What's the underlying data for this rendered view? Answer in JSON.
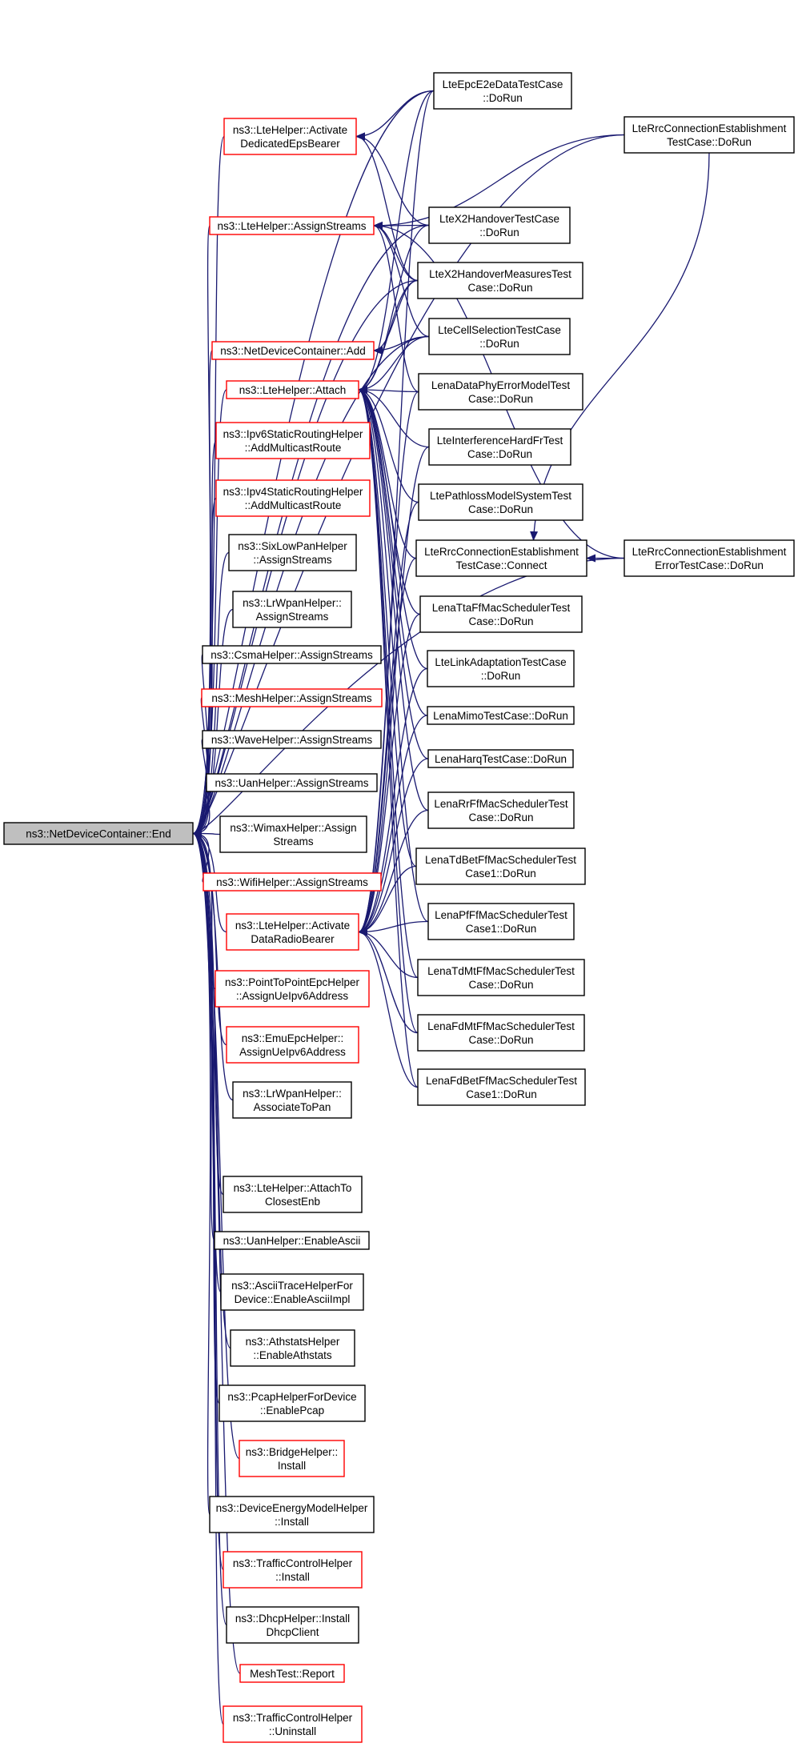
{
  "colors": {
    "edge": "#191970",
    "root_fill": "#bfbfbf",
    "border_documented": "#000000",
    "border_undocumented": "#ff0000"
  },
  "root": "ns3::NetDeviceContainer::End",
  "nodes": [
    {
      "id": "root",
      "lines": [
        "ns3::NetDeviceContainer::End"
      ],
      "border": "root"
    },
    {
      "id": "dedBearer",
      "lines": [
        "ns3::LteHelper::Activate",
        "DedicatedEpsBearer"
      ],
      "border": "red"
    },
    {
      "id": "lteAssign",
      "lines": [
        "ns3::LteHelper::AssignStreams"
      ],
      "border": "red"
    },
    {
      "id": "ndcAdd",
      "lines": [
        "ns3::NetDeviceContainer::Add"
      ],
      "border": "red"
    },
    {
      "id": "attach",
      "lines": [
        "ns3::LteHelper::Attach"
      ],
      "border": "red"
    },
    {
      "id": "ipv6Mc",
      "lines": [
        "ns3::Ipv6StaticRoutingHelper",
        "::AddMulticastRoute"
      ],
      "border": "red"
    },
    {
      "id": "ipv4Mc",
      "lines": [
        "ns3::Ipv4StaticRoutingHelper",
        "::AddMulticastRoute"
      ],
      "border": "red"
    },
    {
      "id": "sixLow",
      "lines": [
        "ns3::SixLowPanHelper",
        "::AssignStreams"
      ],
      "border": "black"
    },
    {
      "id": "lrwpanAs",
      "lines": [
        "ns3::LrWpanHelper::",
        "AssignStreams"
      ],
      "border": "black"
    },
    {
      "id": "csma",
      "lines": [
        "ns3::CsmaHelper::AssignStreams"
      ],
      "border": "black"
    },
    {
      "id": "mesh",
      "lines": [
        "ns3::MeshHelper::AssignStreams"
      ],
      "border": "red"
    },
    {
      "id": "wave",
      "lines": [
        "ns3::WaveHelper::AssignStreams"
      ],
      "border": "black"
    },
    {
      "id": "uanAs",
      "lines": [
        "ns3::UanHelper::AssignStreams"
      ],
      "border": "black"
    },
    {
      "id": "wimax",
      "lines": [
        "ns3::WimaxHelper::Assign",
        "Streams"
      ],
      "border": "black"
    },
    {
      "id": "wifi",
      "lines": [
        "ns3::WifiHelper::AssignStreams"
      ],
      "border": "red"
    },
    {
      "id": "dataBearer",
      "lines": [
        "ns3::LteHelper::Activate",
        "DataRadioBearer"
      ],
      "border": "red"
    },
    {
      "id": "p2pEpc",
      "lines": [
        "ns3::PointToPointEpcHelper",
        "::AssignUeIpv6Address"
      ],
      "border": "red"
    },
    {
      "id": "emuEpc",
      "lines": [
        "ns3::EmuEpcHelper::",
        "AssignUeIpv6Address"
      ],
      "border": "red"
    },
    {
      "id": "assocPan",
      "lines": [
        "ns3::LrWpanHelper::",
        "AssociateToPan"
      ],
      "border": "black"
    },
    {
      "id": "attachClosest",
      "lines": [
        "ns3::LteHelper::AttachTo",
        "ClosestEnb"
      ],
      "border": "black"
    },
    {
      "id": "uanAscii",
      "lines": [
        "ns3::UanHelper::EnableAscii"
      ],
      "border": "black"
    },
    {
      "id": "asciiTrace",
      "lines": [
        "ns3::AsciiTraceHelperFor",
        "Device::EnableAsciiImpl"
      ],
      "border": "black"
    },
    {
      "id": "athstats",
      "lines": [
        "ns3::AthstatsHelper",
        "::EnableAthstats"
      ],
      "border": "black"
    },
    {
      "id": "pcap",
      "lines": [
        "ns3::PcapHelperForDevice",
        "::EnablePcap"
      ],
      "border": "black"
    },
    {
      "id": "bridge",
      "lines": [
        "ns3::BridgeHelper::",
        "Install"
      ],
      "border": "red"
    },
    {
      "id": "energy",
      "lines": [
        "ns3::DeviceEnergyModelHelper",
        "::Install"
      ],
      "border": "black"
    },
    {
      "id": "tcInstall",
      "lines": [
        "ns3::TrafficControlHelper",
        "::Install"
      ],
      "border": "red"
    },
    {
      "id": "dhcp",
      "lines": [
        "ns3::DhcpHelper::Install",
        "DhcpClient"
      ],
      "border": "black"
    },
    {
      "id": "meshReport",
      "lines": [
        "MeshTest::Report"
      ],
      "border": "red"
    },
    {
      "id": "tcUninstall",
      "lines": [
        "ns3::TrafficControlHelper",
        "::Uninstall"
      ],
      "border": "red"
    },
    {
      "id": "epcE2e",
      "lines": [
        "LteEpcE2eDataTestCase",
        "::DoRun"
      ],
      "border": "black"
    },
    {
      "id": "x2Ho",
      "lines": [
        "LteX2HandoverTestCase",
        "::DoRun"
      ],
      "border": "black"
    },
    {
      "id": "x2HoMeas",
      "lines": [
        "LteX2HandoverMeasuresTest",
        "Case::DoRun"
      ],
      "border": "black"
    },
    {
      "id": "cellSel",
      "lines": [
        "LteCellSelectionTestCase",
        "::DoRun"
      ],
      "border": "black"
    },
    {
      "id": "dataPhyErr",
      "lines": [
        "LenaDataPhyErrorModelTest",
        "Case::DoRun"
      ],
      "border": "black"
    },
    {
      "id": "interfHard",
      "lines": [
        "LteInterferenceHardFrTest",
        "Case::DoRun"
      ],
      "border": "black"
    },
    {
      "id": "pathloss",
      "lines": [
        "LtePathlossModelSystemTest",
        "Case::DoRun"
      ],
      "border": "black"
    },
    {
      "id": "rrcConnect",
      "lines": [
        "LteRrcConnectionEstablishment",
        "TestCase::Connect"
      ],
      "border": "black"
    },
    {
      "id": "ttaFf",
      "lines": [
        "LenaTtaFfMacSchedulerTest",
        "Case::DoRun"
      ],
      "border": "black"
    },
    {
      "id": "linkAdapt",
      "lines": [
        "LteLinkAdaptationTestCase",
        "::DoRun"
      ],
      "border": "black"
    },
    {
      "id": "mimo",
      "lines": [
        "LenaMimoTestCase::DoRun"
      ],
      "border": "black"
    },
    {
      "id": "harq",
      "lines": [
        "LenaHarqTestCase::DoRun"
      ],
      "border": "black"
    },
    {
      "id": "rrFf",
      "lines": [
        "LenaRrFfMacSchedulerTest",
        "Case::DoRun"
      ],
      "border": "black"
    },
    {
      "id": "tdBet",
      "lines": [
        "LenaTdBetFfMacSchedulerTest",
        "Case1::DoRun"
      ],
      "border": "black"
    },
    {
      "id": "pfFf",
      "lines": [
        "LenaPfFfMacSchedulerTest",
        "Case1::DoRun"
      ],
      "border": "black"
    },
    {
      "id": "tdMt",
      "lines": [
        "LenaTdMtFfMacSchedulerTest",
        "Case::DoRun"
      ],
      "border": "black"
    },
    {
      "id": "fdMt",
      "lines": [
        "LenaFdMtFfMacSchedulerTest",
        "Case::DoRun"
      ],
      "border": "black"
    },
    {
      "id": "fdBet",
      "lines": [
        "LenaFdBetFfMacSchedulerTest",
        "Case1::DoRun"
      ],
      "border": "black"
    },
    {
      "id": "rrcDoRun",
      "lines": [
        "LteRrcConnectionEstablishment",
        "TestCase::DoRun"
      ],
      "border": "black"
    },
    {
      "id": "rrcErr",
      "lines": [
        "LteRrcConnectionEstablishment",
        "ErrorTestCase::DoRun"
      ],
      "border": "black"
    }
  ],
  "edges": [
    [
      "dedBearer",
      "root"
    ],
    [
      "lteAssign",
      "root"
    ],
    [
      "ndcAdd",
      "root"
    ],
    [
      "attach",
      "root"
    ],
    [
      "ipv6Mc",
      "root"
    ],
    [
      "ipv4Mc",
      "root"
    ],
    [
      "sixLow",
      "root"
    ],
    [
      "lrwpanAs",
      "root"
    ],
    [
      "csma",
      "root"
    ],
    [
      "mesh",
      "root"
    ],
    [
      "wave",
      "root"
    ],
    [
      "uanAs",
      "root"
    ],
    [
      "wimax",
      "root"
    ],
    [
      "wifi",
      "root"
    ],
    [
      "dataBearer",
      "root"
    ],
    [
      "p2pEpc",
      "root"
    ],
    [
      "emuEpc",
      "root"
    ],
    [
      "assocPan",
      "root"
    ],
    [
      "attachClosest",
      "root"
    ],
    [
      "uanAscii",
      "root"
    ],
    [
      "asciiTrace",
      "root"
    ],
    [
      "athstats",
      "root"
    ],
    [
      "pcap",
      "root"
    ],
    [
      "bridge",
      "root"
    ],
    [
      "energy",
      "root"
    ],
    [
      "tcInstall",
      "root"
    ],
    [
      "dhcp",
      "root"
    ],
    [
      "meshReport",
      "root"
    ],
    [
      "tcUninstall",
      "root"
    ],
    [
      "epcE2e",
      "root"
    ],
    [
      "rrcDoRun",
      "root"
    ],
    [
      "x2Ho",
      "root"
    ],
    [
      "x2HoMeas",
      "root"
    ],
    [
      "cellSel",
      "root"
    ],
    [
      "rrcErr",
      "root"
    ],
    [
      "epcE2e",
      "dedBearer"
    ],
    [
      "x2Ho",
      "dedBearer"
    ],
    [
      "x2HoMeas",
      "dedBearer"
    ],
    [
      "rrcDoRun",
      "lteAssign"
    ],
    [
      "x2Ho",
      "lteAssign"
    ],
    [
      "x2HoMeas",
      "lteAssign"
    ],
    [
      "cellSel",
      "lteAssign"
    ],
    [
      "dataPhyErr",
      "lteAssign"
    ],
    [
      "rrcErr",
      "lteAssign"
    ],
    [
      "x2HoMeas",
      "ndcAdd"
    ],
    [
      "cellSel",
      "ndcAdd"
    ],
    [
      "epcE2e",
      "attach"
    ],
    [
      "x2Ho",
      "attach"
    ],
    [
      "x2HoMeas",
      "attach"
    ],
    [
      "cellSel",
      "attach"
    ],
    [
      "dataPhyErr",
      "attach"
    ],
    [
      "interfHard",
      "attach"
    ],
    [
      "pathloss",
      "attach"
    ],
    [
      "rrcConnect",
      "attach"
    ],
    [
      "ttaFf",
      "attach"
    ],
    [
      "linkAdapt",
      "attach"
    ],
    [
      "mimo",
      "attach"
    ],
    [
      "harq",
      "attach"
    ],
    [
      "rrFf",
      "attach"
    ],
    [
      "tdBet",
      "attach"
    ],
    [
      "pfFf",
      "attach"
    ],
    [
      "tdMt",
      "attach"
    ],
    [
      "fdMt",
      "attach"
    ],
    [
      "fdBet",
      "attach"
    ],
    [
      "epcE2e",
      "dataBearer"
    ],
    [
      "dataPhyErr",
      "dataBearer"
    ],
    [
      "interfHard",
      "dataBearer"
    ],
    [
      "pathloss",
      "dataBearer"
    ],
    [
      "rrcConnect",
      "dataBearer"
    ],
    [
      "ttaFf",
      "dataBearer"
    ],
    [
      "linkAdapt",
      "dataBearer"
    ],
    [
      "mimo",
      "dataBearer"
    ],
    [
      "harq",
      "dataBearer"
    ],
    [
      "rrFf",
      "dataBearer"
    ],
    [
      "tdBet",
      "dataBearer"
    ],
    [
      "pfFf",
      "dataBearer"
    ],
    [
      "tdMt",
      "dataBearer"
    ],
    [
      "fdMt",
      "dataBearer"
    ],
    [
      "fdBet",
      "dataBearer"
    ],
    [
      "rrcErr",
      "rrcConnect"
    ],
    [
      "rrcDoRun",
      "rrcConnect"
    ]
  ]
}
